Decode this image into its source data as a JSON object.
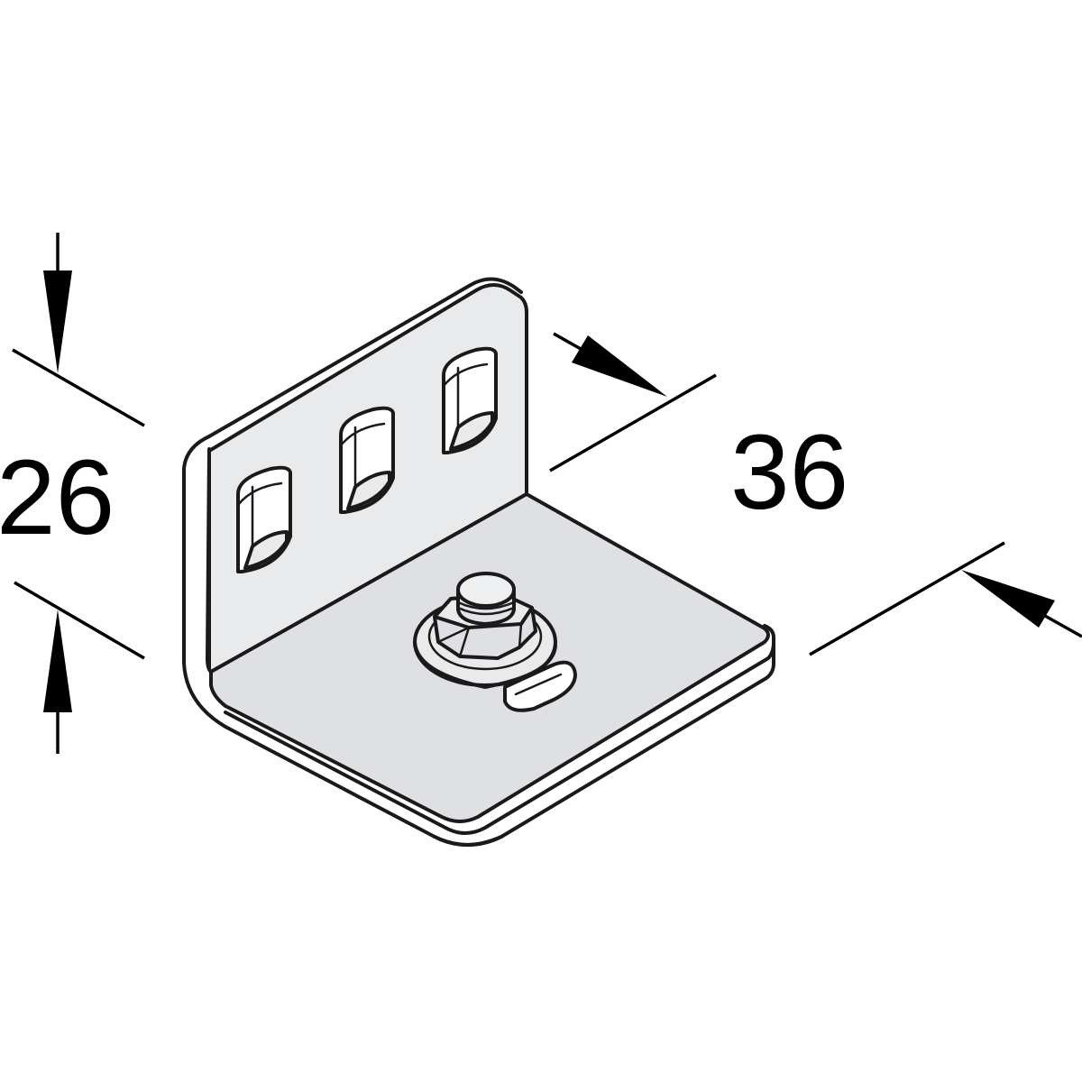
{
  "dimensions": {
    "height_label": "26",
    "depth_label": "36"
  },
  "colors": {
    "metal_light": "#e9eaec",
    "metal_mid": "#dcdde0",
    "metal_dark": "#c9cacd",
    "line": "#1a1a1a",
    "background": "#ffffff"
  },
  "parts": {
    "bracket": "angle-bracket",
    "slots_vertical_leg": 3,
    "fastener": "hex-nut-with-washer"
  }
}
